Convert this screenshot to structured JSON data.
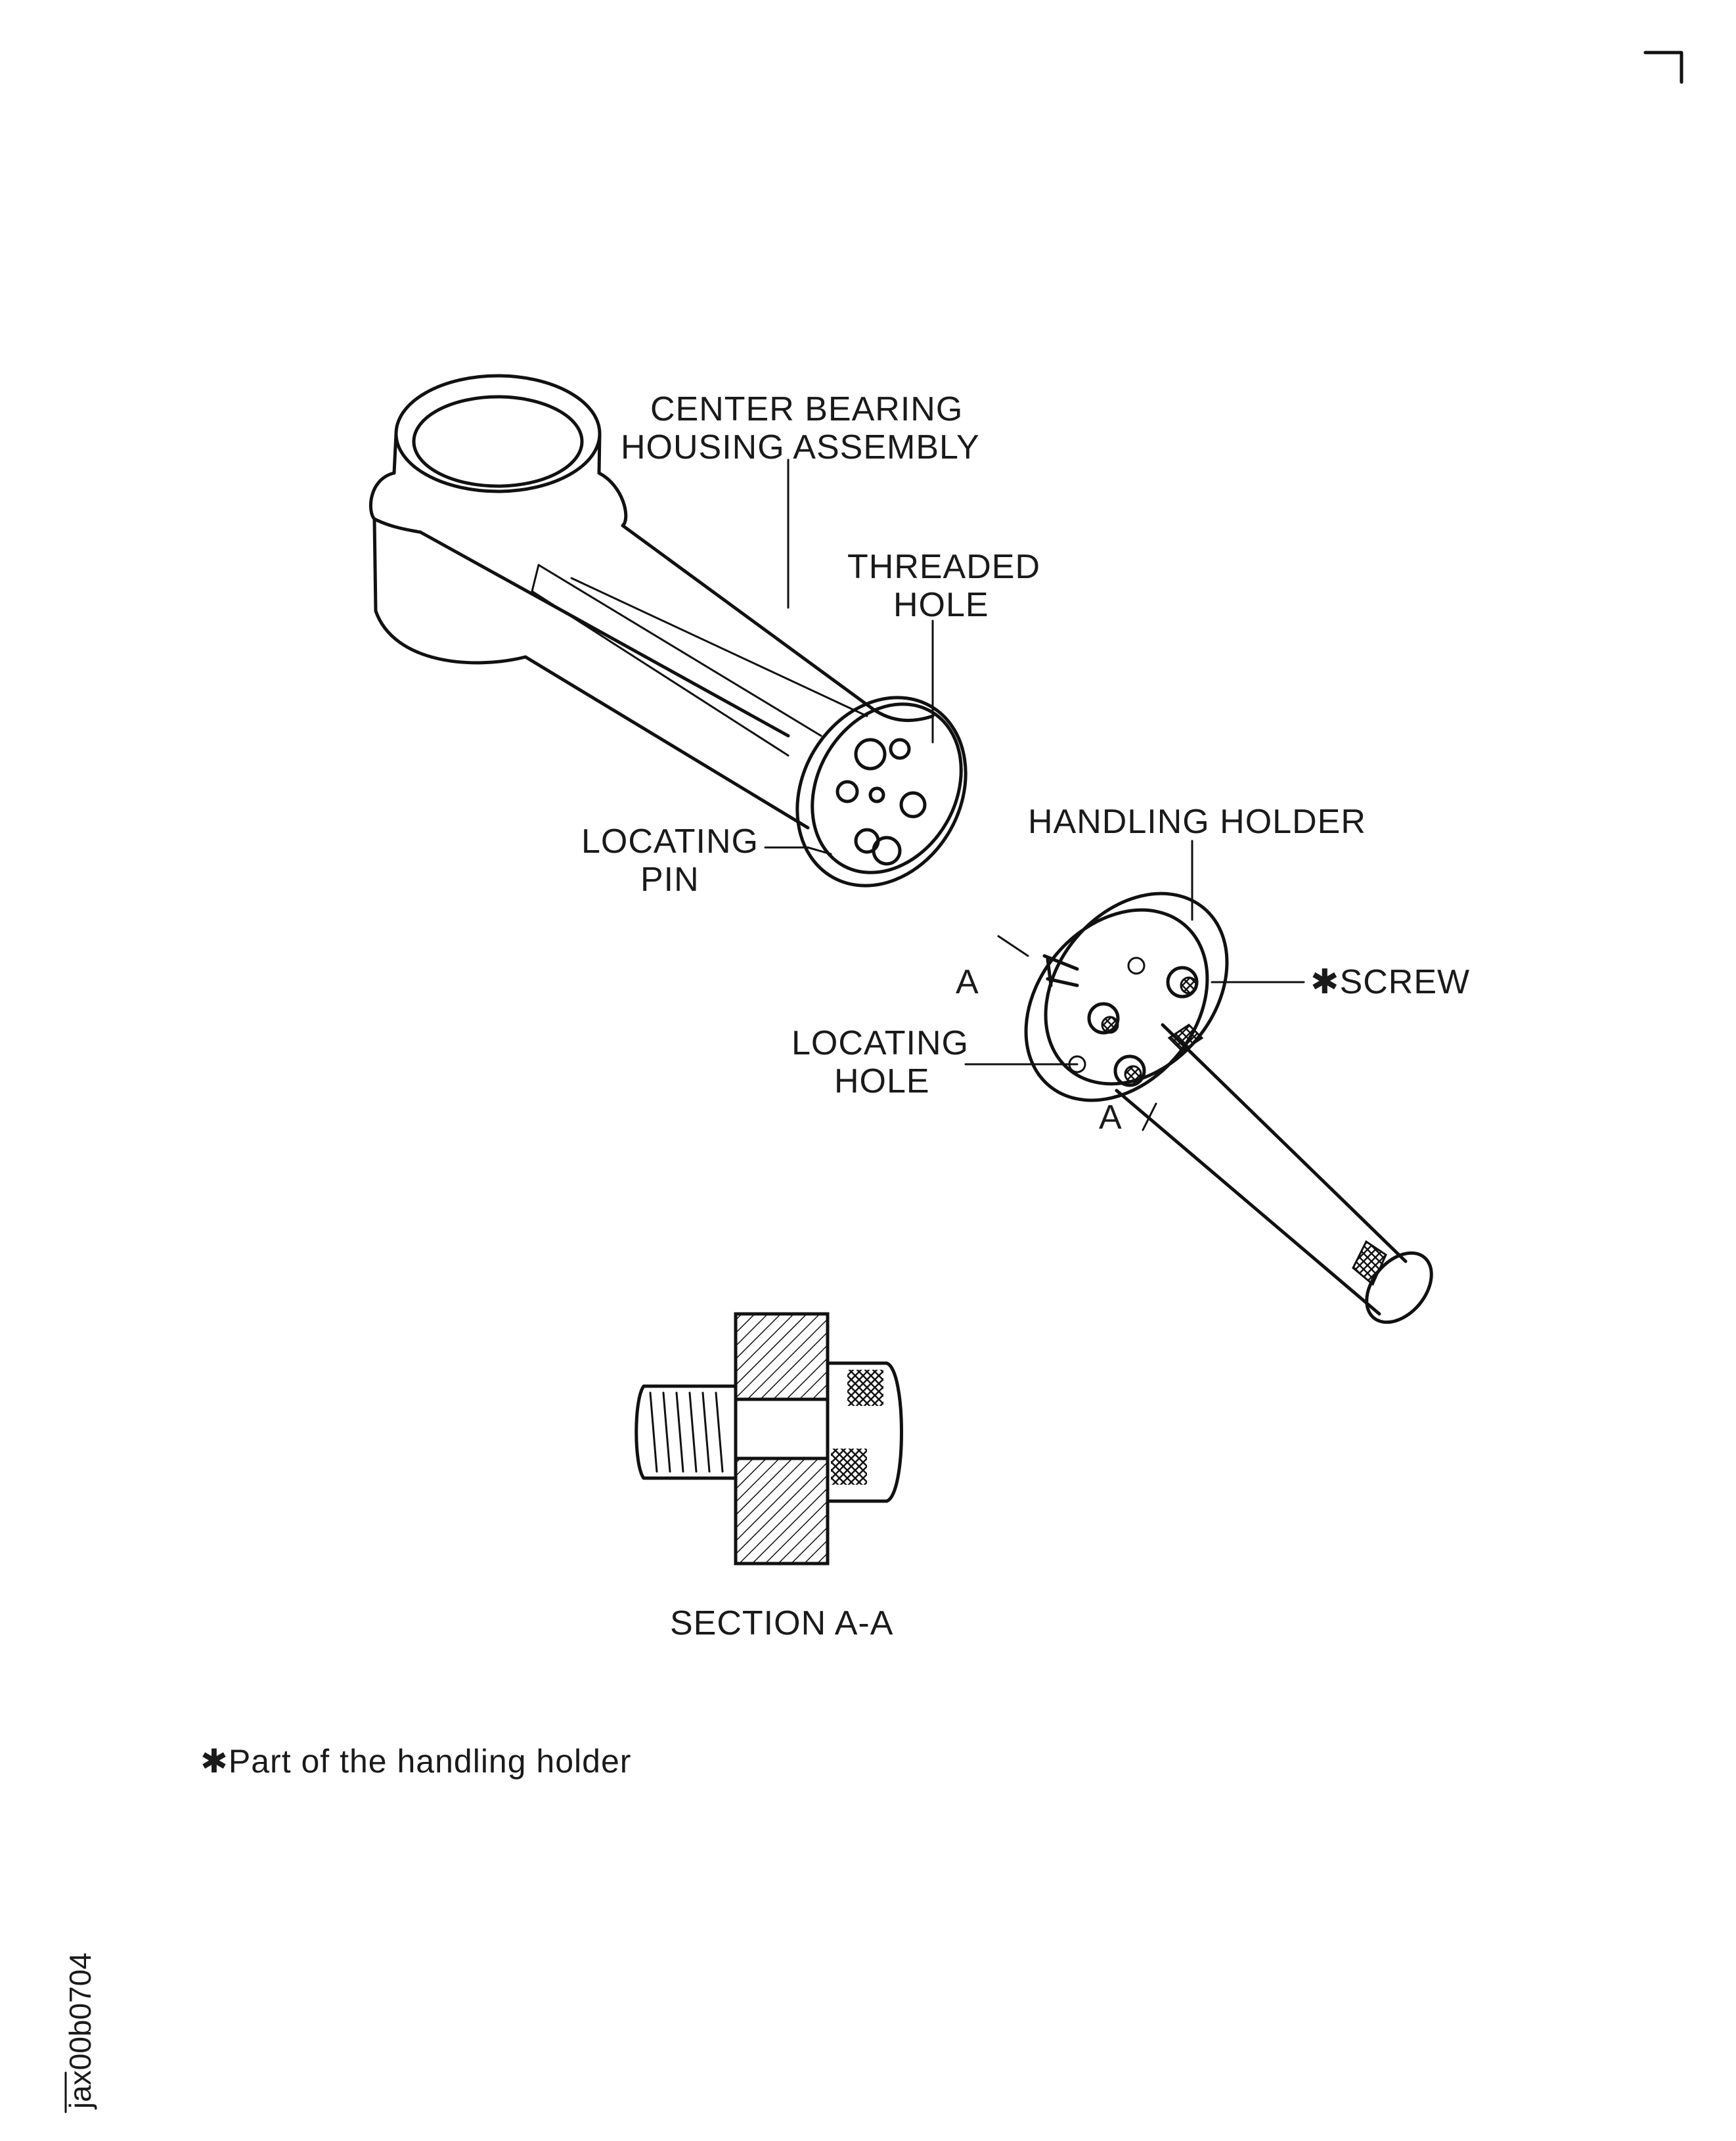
{
  "labels": {
    "center_bearing_line1": "CENTER BEARING",
    "center_bearing_line2": "HOUSING ASSEMBLY",
    "threaded_hole_line1": "THREADED",
    "threaded_hole_line2": "HOLE",
    "locating_pin_line1": "LOCATING",
    "locating_pin_line2": "PIN",
    "handling_holder": "HANDLING HOLDER",
    "screw": "✱SCREW",
    "locating_hole_line1": "LOCATING",
    "locating_hole_line2": "HOLE",
    "section_marker_top": "A",
    "section_marker_bottom": "A",
    "section_title": "SECTION A-A"
  },
  "footnote": "✱Part of the handling holder",
  "figure_code": "jax00b0704"
}
